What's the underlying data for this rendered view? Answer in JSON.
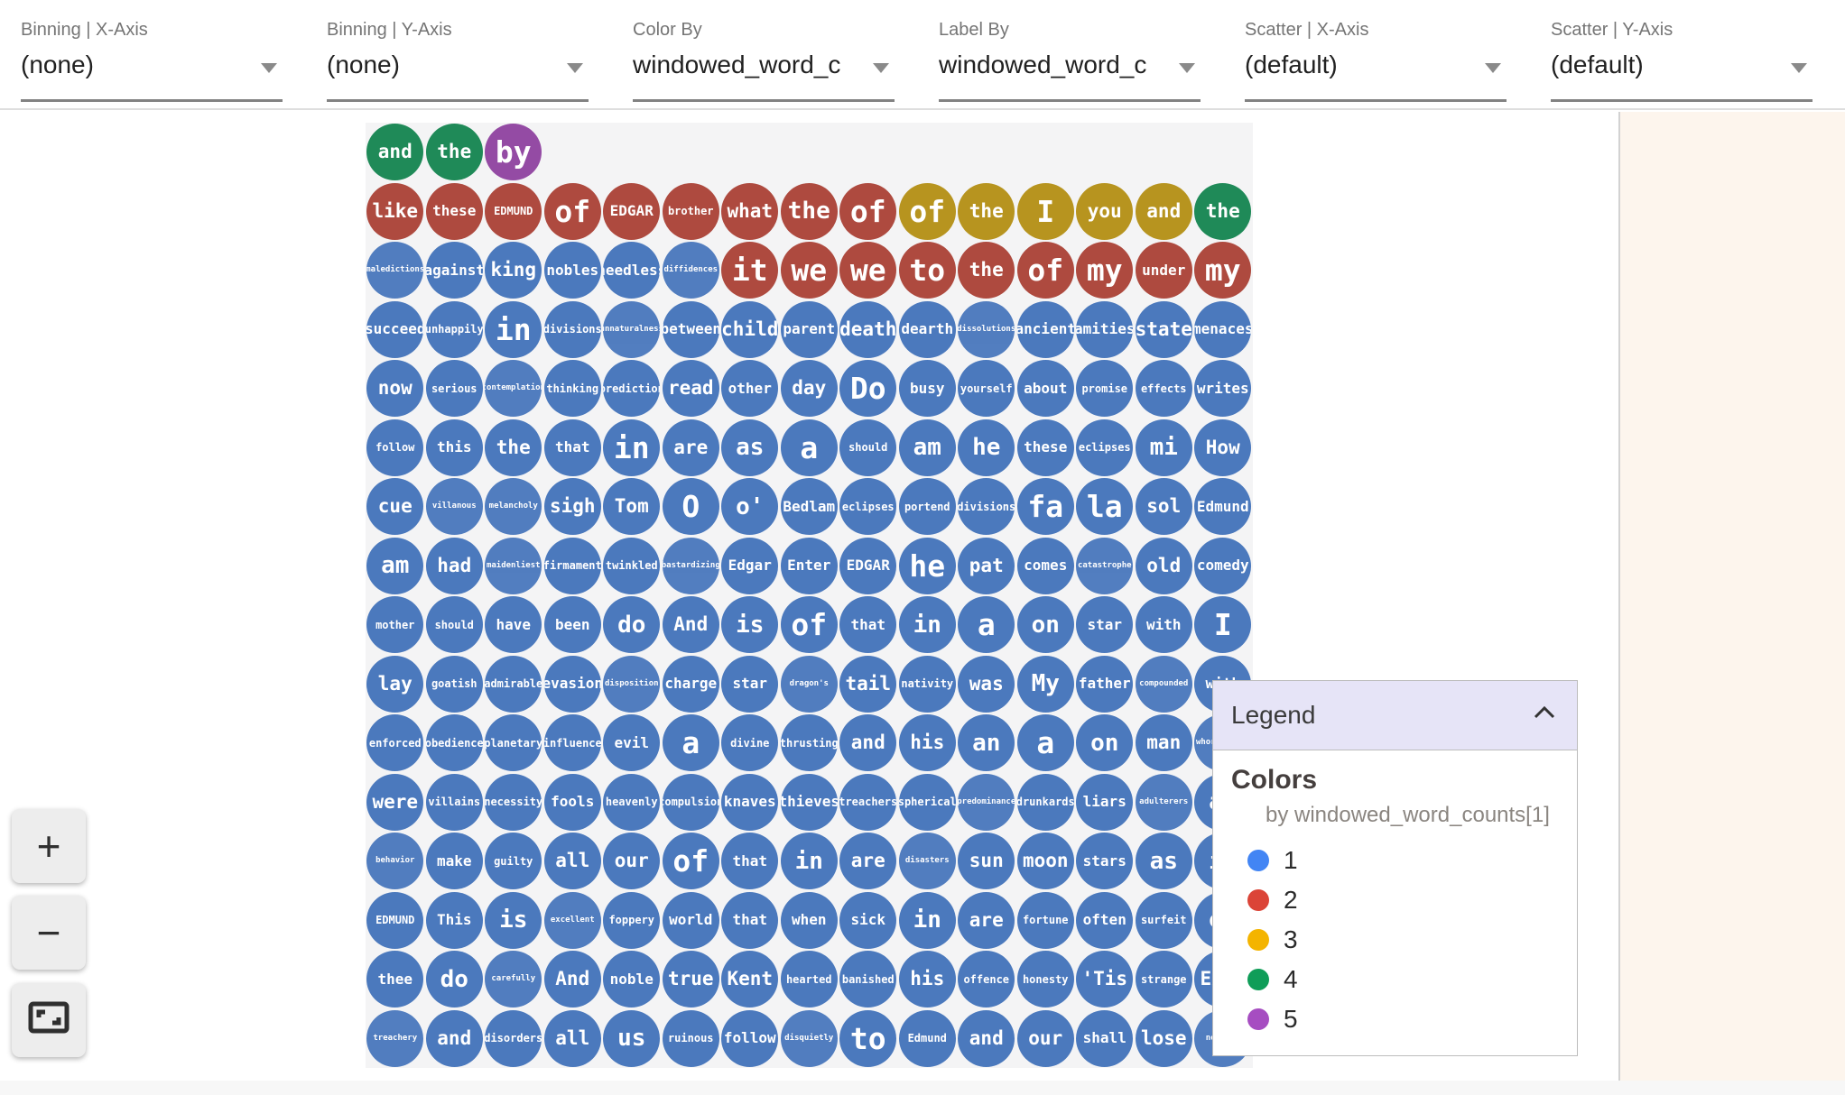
{
  "toolbar": {
    "dropdowns": [
      {
        "label": "Binning | X-Axis",
        "value": "(none)"
      },
      {
        "label": "Binning | Y-Axis",
        "value": "(none)"
      },
      {
        "label": "Color By",
        "value": "windowed_word_c"
      },
      {
        "label": "Label By",
        "value": "windowed_word_c"
      },
      {
        "label": "Scatter | X-Axis",
        "value": "(default)"
      },
      {
        "label": "Scatter | Y-Axis",
        "value": "(default)"
      }
    ]
  },
  "zoom_controls": {
    "zoom_in_label": "+",
    "zoom_out_label": "−",
    "fit_label": "fit-to-screen"
  },
  "legend": {
    "title": "Legend",
    "section_title": "Colors",
    "subtitle": "by windowed_word_counts[1]",
    "items": [
      {
        "label": "1",
        "color": "#4285f4"
      },
      {
        "label": "2",
        "color": "#db4437"
      },
      {
        "label": "3",
        "color": "#f4b400"
      },
      {
        "label": "4",
        "color": "#0f9d58"
      },
      {
        "label": "5",
        "color": "#a64dc1"
      }
    ]
  },
  "palette": {
    "1": "#4b79bd",
    "2": "#ae4a3f",
    "3": "#b7941f",
    "4": "#1f8a58",
    "5": "#944ba4"
  },
  "word_grid": {
    "rows": [
      [
        {
          "t": "and",
          "c": 4,
          "s": 4
        },
        {
          "t": "the",
          "c": 4,
          "s": 4
        },
        {
          "t": "by",
          "c": 5,
          "s": 6
        }
      ],
      [
        {
          "t": "like",
          "c": 2,
          "s": 4
        },
        {
          "t": "these",
          "c": 2,
          "s": 3
        },
        {
          "t": "EDMUND",
          "c": 2,
          "s": 2
        },
        {
          "t": "of",
          "c": 2,
          "s": 6
        },
        {
          "t": "EDGAR",
          "c": 2,
          "s": 3
        },
        {
          "t": "brother",
          "c": 2,
          "s": 2
        },
        {
          "t": "what",
          "c": 2,
          "s": 4
        },
        {
          "t": "the",
          "c": 2,
          "s": 5
        },
        {
          "t": "of",
          "c": 2,
          "s": 6
        },
        {
          "t": "of",
          "c": 3,
          "s": 6
        },
        {
          "t": "the",
          "c": 3,
          "s": 4
        },
        {
          "t": "I",
          "c": 3,
          "s": 6
        },
        {
          "t": "you",
          "c": 3,
          "s": 4
        },
        {
          "t": "and",
          "c": 3,
          "s": 4
        },
        {
          "t": "the",
          "c": 4,
          "s": 4
        }
      ],
      [
        {
          "t": "maledictions",
          "c": 1,
          "s": 1
        },
        {
          "t": "against",
          "c": 1,
          "s": 3
        },
        {
          "t": "king",
          "c": 1,
          "s": 4
        },
        {
          "t": "nobles",
          "c": 1,
          "s": 3
        },
        {
          "t": "needless",
          "c": 1,
          "s": 3
        },
        {
          "t": "diffidences",
          "c": 1,
          "s": 1
        },
        {
          "t": "it",
          "c": 2,
          "s": 6
        },
        {
          "t": "we",
          "c": 2,
          "s": 6
        },
        {
          "t": "we",
          "c": 2,
          "s": 6
        },
        {
          "t": "to",
          "c": 2,
          "s": 6
        },
        {
          "t": "the",
          "c": 2,
          "s": 4
        },
        {
          "t": "of",
          "c": 2,
          "s": 6
        },
        {
          "t": "my",
          "c": 2,
          "s": 6
        },
        {
          "t": "under",
          "c": 2,
          "s": 3
        },
        {
          "t": "my",
          "c": 2,
          "s": 6
        }
      ],
      [
        {
          "t": "succeed",
          "c": 1,
          "s": 3
        },
        {
          "t": "unhappily",
          "c": 1,
          "s": 2
        },
        {
          "t": "in",
          "c": 1,
          "s": 6
        },
        {
          "t": "divisions",
          "c": 1,
          "s": 2
        },
        {
          "t": "unnaturalness",
          "c": 1,
          "s": 1
        },
        {
          "t": "between",
          "c": 1,
          "s": 3
        },
        {
          "t": "child",
          "c": 1,
          "s": 4
        },
        {
          "t": "parent",
          "c": 1,
          "s": 3
        },
        {
          "t": "death",
          "c": 1,
          "s": 4
        },
        {
          "t": "dearth",
          "c": 1,
          "s": 3
        },
        {
          "t": "dissolutions",
          "c": 1,
          "s": 1
        },
        {
          "t": "ancient",
          "c": 1,
          "s": 3
        },
        {
          "t": "amities",
          "c": 1,
          "s": 3
        },
        {
          "t": "state",
          "c": 1,
          "s": 4
        },
        {
          "t": "menaces",
          "c": 1,
          "s": 3
        }
      ],
      [
        {
          "t": "now",
          "c": 1,
          "s": 4
        },
        {
          "t": "serious",
          "c": 1,
          "s": 2
        },
        {
          "t": "contemplation",
          "c": 1,
          "s": 1
        },
        {
          "t": "thinking",
          "c": 1,
          "s": 2
        },
        {
          "t": "prediction",
          "c": 1,
          "s": 2
        },
        {
          "t": "read",
          "c": 1,
          "s": 4
        },
        {
          "t": "other",
          "c": 1,
          "s": 3
        },
        {
          "t": "day",
          "c": 1,
          "s": 4
        },
        {
          "t": "Do",
          "c": 1,
          "s": 6
        },
        {
          "t": "busy",
          "c": 1,
          "s": 3
        },
        {
          "t": "yourself",
          "c": 1,
          "s": 2
        },
        {
          "t": "about",
          "c": 1,
          "s": 3
        },
        {
          "t": "promise",
          "c": 1,
          "s": 2
        },
        {
          "t": "effects",
          "c": 1,
          "s": 2
        },
        {
          "t": "writes",
          "c": 1,
          "s": 3
        }
      ],
      [
        {
          "t": "follow",
          "c": 1,
          "s": 2
        },
        {
          "t": "this",
          "c": 1,
          "s": 3
        },
        {
          "t": "the",
          "c": 1,
          "s": 4
        },
        {
          "t": "that",
          "c": 1,
          "s": 3
        },
        {
          "t": "in",
          "c": 1,
          "s": 6
        },
        {
          "t": "are",
          "c": 1,
          "s": 4
        },
        {
          "t": "as",
          "c": 1,
          "s": 5
        },
        {
          "t": "a",
          "c": 1,
          "s": 6
        },
        {
          "t": "should",
          "c": 1,
          "s": 2
        },
        {
          "t": "am",
          "c": 1,
          "s": 5
        },
        {
          "t": "he",
          "c": 1,
          "s": 5
        },
        {
          "t": "these",
          "c": 1,
          "s": 3
        },
        {
          "t": "eclipses",
          "c": 1,
          "s": 2
        },
        {
          "t": "mi",
          "c": 1,
          "s": 5
        },
        {
          "t": "How",
          "c": 1,
          "s": 4
        }
      ],
      [
        {
          "t": "cue",
          "c": 1,
          "s": 4
        },
        {
          "t": "villanous",
          "c": 1,
          "s": 1
        },
        {
          "t": "melancholy",
          "c": 1,
          "s": 1
        },
        {
          "t": "sigh",
          "c": 1,
          "s": 4
        },
        {
          "t": "Tom",
          "c": 1,
          "s": 4
        },
        {
          "t": "O",
          "c": 1,
          "s": 6
        },
        {
          "t": "o'",
          "c": 1,
          "s": 5
        },
        {
          "t": "Bedlam",
          "c": 1,
          "s": 3
        },
        {
          "t": "eclipses",
          "c": 1,
          "s": 2
        },
        {
          "t": "portend",
          "c": 1,
          "s": 2
        },
        {
          "t": "divisions",
          "c": 1,
          "s": 2
        },
        {
          "t": "fa",
          "c": 1,
          "s": 6
        },
        {
          "t": "la",
          "c": 1,
          "s": 6
        },
        {
          "t": "sol",
          "c": 1,
          "s": 4
        },
        {
          "t": "Edmund",
          "c": 1,
          "s": 3
        }
      ],
      [
        {
          "t": "am",
          "c": 1,
          "s": 5
        },
        {
          "t": "had",
          "c": 1,
          "s": 4
        },
        {
          "t": "maidenliest",
          "c": 1,
          "s": 1
        },
        {
          "t": "firmament",
          "c": 1,
          "s": 2
        },
        {
          "t": "twinkled",
          "c": 1,
          "s": 2
        },
        {
          "t": "bastardizing",
          "c": 1,
          "s": 1
        },
        {
          "t": "Edgar",
          "c": 1,
          "s": 3
        },
        {
          "t": "Enter",
          "c": 1,
          "s": 3
        },
        {
          "t": "EDGAR",
          "c": 1,
          "s": 3
        },
        {
          "t": "he",
          "c": 1,
          "s": 6
        },
        {
          "t": "pat",
          "c": 1,
          "s": 4
        },
        {
          "t": "comes",
          "c": 1,
          "s": 3
        },
        {
          "t": "catastrophe",
          "c": 1,
          "s": 1
        },
        {
          "t": "old",
          "c": 1,
          "s": 4
        },
        {
          "t": "comedy",
          "c": 1,
          "s": 3
        }
      ],
      [
        {
          "t": "mother",
          "c": 1,
          "s": 2
        },
        {
          "t": "should",
          "c": 1,
          "s": 2
        },
        {
          "t": "have",
          "c": 1,
          "s": 3
        },
        {
          "t": "been",
          "c": 1,
          "s": 3
        },
        {
          "t": "do",
          "c": 1,
          "s": 5
        },
        {
          "t": "And",
          "c": 1,
          "s": 4
        },
        {
          "t": "is",
          "c": 1,
          "s": 5
        },
        {
          "t": "of",
          "c": 1,
          "s": 6
        },
        {
          "t": "that",
          "c": 1,
          "s": 3
        },
        {
          "t": "in",
          "c": 1,
          "s": 5
        },
        {
          "t": "a",
          "c": 1,
          "s": 6
        },
        {
          "t": "on",
          "c": 1,
          "s": 5
        },
        {
          "t": "star",
          "c": 1,
          "s": 3
        },
        {
          "t": "with",
          "c": 1,
          "s": 3
        },
        {
          "t": "I",
          "c": 1,
          "s": 6
        }
      ],
      [
        {
          "t": "lay",
          "c": 1,
          "s": 4
        },
        {
          "t": "goatish",
          "c": 1,
          "s": 2
        },
        {
          "t": "admirable",
          "c": 1,
          "s": 2
        },
        {
          "t": "evasion",
          "c": 1,
          "s": 3
        },
        {
          "t": "disposition",
          "c": 1,
          "s": 1
        },
        {
          "t": "charge",
          "c": 1,
          "s": 3
        },
        {
          "t": "star",
          "c": 1,
          "s": 3
        },
        {
          "t": "dragon's",
          "c": 1,
          "s": 1
        },
        {
          "t": "tail",
          "c": 1,
          "s": 4
        },
        {
          "t": "nativity",
          "c": 1,
          "s": 2
        },
        {
          "t": "was",
          "c": 1,
          "s": 4
        },
        {
          "t": "My",
          "c": 1,
          "s": 5
        },
        {
          "t": "father",
          "c": 1,
          "s": 3
        },
        {
          "t": "compounded",
          "c": 1,
          "s": 1
        },
        {
          "t": "with",
          "c": 1,
          "s": 3
        }
      ],
      [
        {
          "t": "enforced",
          "c": 1,
          "s": 2
        },
        {
          "t": "obedience",
          "c": 1,
          "s": 2
        },
        {
          "t": "planetary",
          "c": 1,
          "s": 2
        },
        {
          "t": "influence",
          "c": 1,
          "s": 2
        },
        {
          "t": "evil",
          "c": 1,
          "s": 3
        },
        {
          "t": "a",
          "c": 1,
          "s": 6
        },
        {
          "t": "divine",
          "c": 1,
          "s": 2
        },
        {
          "t": "thrusting",
          "c": 1,
          "s": 2
        },
        {
          "t": "and",
          "c": 1,
          "s": 4
        },
        {
          "t": "his",
          "c": 1,
          "s": 4
        },
        {
          "t": "an",
          "c": 1,
          "s": 5
        },
        {
          "t": "a",
          "c": 1,
          "s": 6
        },
        {
          "t": "on",
          "c": 1,
          "s": 5
        },
        {
          "t": "man",
          "c": 1,
          "s": 4
        },
        {
          "t": "whoremaster",
          "c": 1,
          "s": 1
        }
      ],
      [
        {
          "t": "were",
          "c": 1,
          "s": 4
        },
        {
          "t": "villains",
          "c": 1,
          "s": 2
        },
        {
          "t": "necessity",
          "c": 1,
          "s": 2
        },
        {
          "t": "fools",
          "c": 1,
          "s": 3
        },
        {
          "t": "heavenly",
          "c": 1,
          "s": 2
        },
        {
          "t": "compulsion",
          "c": 1,
          "s": 2
        },
        {
          "t": "knaves",
          "c": 1,
          "s": 3
        },
        {
          "t": "thieves",
          "c": 1,
          "s": 3
        },
        {
          "t": "treachers",
          "c": 1,
          "s": 2
        },
        {
          "t": "spherical",
          "c": 1,
          "s": 2
        },
        {
          "t": "predominance",
          "c": 1,
          "s": 1
        },
        {
          "t": "drunkards",
          "c": 1,
          "s": 2
        },
        {
          "t": "liars",
          "c": 1,
          "s": 3
        },
        {
          "t": "adulterers",
          "c": 1,
          "s": 1
        },
        {
          "t": "an",
          "c": 1,
          "s": 5
        }
      ],
      [
        {
          "t": "behavior",
          "c": 1,
          "s": 1
        },
        {
          "t": "make",
          "c": 1,
          "s": 3
        },
        {
          "t": "guilty",
          "c": 1,
          "s": 2
        },
        {
          "t": "all",
          "c": 1,
          "s": 4
        },
        {
          "t": "our",
          "c": 1,
          "s": 4
        },
        {
          "t": "of",
          "c": 1,
          "s": 6
        },
        {
          "t": "that",
          "c": 1,
          "s": 3
        },
        {
          "t": "in",
          "c": 1,
          "s": 5
        },
        {
          "t": "are",
          "c": 1,
          "s": 4
        },
        {
          "t": "disasters",
          "c": 1,
          "s": 1
        },
        {
          "t": "sun",
          "c": 1,
          "s": 4
        },
        {
          "t": "moon",
          "c": 1,
          "s": 4
        },
        {
          "t": "stars",
          "c": 1,
          "s": 3
        },
        {
          "t": "as",
          "c": 1,
          "s": 5
        },
        {
          "t": "if",
          "c": 1,
          "s": 5
        }
      ],
      [
        {
          "t": "EDMUND",
          "c": 1,
          "s": 2
        },
        {
          "t": "This",
          "c": 1,
          "s": 3
        },
        {
          "t": "is",
          "c": 1,
          "s": 5
        },
        {
          "t": "excellent",
          "c": 1,
          "s": 1
        },
        {
          "t": "foppery",
          "c": 1,
          "s": 2
        },
        {
          "t": "world",
          "c": 1,
          "s": 3
        },
        {
          "t": "that",
          "c": 1,
          "s": 3
        },
        {
          "t": "when",
          "c": 1,
          "s": 3
        },
        {
          "t": "sick",
          "c": 1,
          "s": 3
        },
        {
          "t": "in",
          "c": 1,
          "s": 5
        },
        {
          "t": "are",
          "c": 1,
          "s": 4
        },
        {
          "t": "fortune",
          "c": 1,
          "s": 2
        },
        {
          "t": "often",
          "c": 1,
          "s": 3
        },
        {
          "t": "surfeit",
          "c": 1,
          "s": 2
        },
        {
          "t": "of",
          "c": 1,
          "s": 5
        }
      ],
      [
        {
          "t": "thee",
          "c": 1,
          "s": 3
        },
        {
          "t": "do",
          "c": 1,
          "s": 5
        },
        {
          "t": "carefully",
          "c": 1,
          "s": 1
        },
        {
          "t": "And",
          "c": 1,
          "s": 4
        },
        {
          "t": "noble",
          "c": 1,
          "s": 3
        },
        {
          "t": "true",
          "c": 1,
          "s": 4
        },
        {
          "t": "Kent",
          "c": 1,
          "s": 4
        },
        {
          "t": "hearted",
          "c": 1,
          "s": 2
        },
        {
          "t": "banished",
          "c": 1,
          "s": 2
        },
        {
          "t": "his",
          "c": 1,
          "s": 4
        },
        {
          "t": "offence",
          "c": 1,
          "s": 2
        },
        {
          "t": "honesty",
          "c": 1,
          "s": 2
        },
        {
          "t": "'Tis",
          "c": 1,
          "s": 4
        },
        {
          "t": "strange",
          "c": 1,
          "s": 2
        },
        {
          "t": "Exit",
          "c": 1,
          "s": 4
        }
      ],
      [
        {
          "t": "treachery",
          "c": 1,
          "s": 1
        },
        {
          "t": "and",
          "c": 1,
          "s": 4
        },
        {
          "t": "disorders",
          "c": 1,
          "s": 2
        },
        {
          "t": "all",
          "c": 1,
          "s": 4
        },
        {
          "t": "us",
          "c": 1,
          "s": 5
        },
        {
          "t": "ruinous",
          "c": 1,
          "s": 2
        },
        {
          "t": "follow",
          "c": 1,
          "s": 3
        },
        {
          "t": "disquietly",
          "c": 1,
          "s": 1
        },
        {
          "t": "to",
          "c": 1,
          "s": 6
        },
        {
          "t": "Edmund",
          "c": 1,
          "s": 2
        },
        {
          "t": "and",
          "c": 1,
          "s": 4
        },
        {
          "t": "our",
          "c": 1,
          "s": 4
        },
        {
          "t": "shall",
          "c": 1,
          "s": 3
        },
        {
          "t": "lose",
          "c": 1,
          "s": 4
        },
        {
          "t": "nothing",
          "c": 1,
          "s": 1
        }
      ]
    ]
  }
}
